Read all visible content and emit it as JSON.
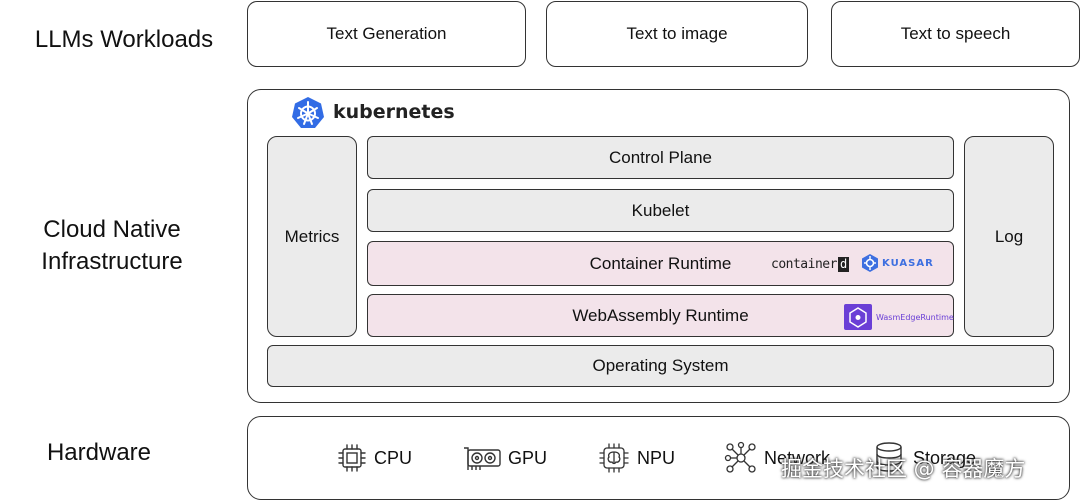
{
  "layers": {
    "workloads": "LLMs Workloads",
    "cloud_line1": "Cloud Native",
    "cloud_line2": "Infrastructure",
    "hardware": "Hardware"
  },
  "workloads": [
    "Text Generation",
    "Text to image",
    "Text to speech"
  ],
  "kubernetes": {
    "title": "kubernetes",
    "metrics": "Metrics",
    "log": "Log",
    "control_plane": "Control Plane",
    "kubelet": "Kubelet",
    "container_runtime": "Container Runtime",
    "container_logo_a": "container",
    "container_logo_b": "d",
    "kuasar": "KUASAR",
    "wasm_runtime": "WebAssembly Runtime",
    "wasmedge": "WasmEdgeRuntime",
    "os": "Operating System"
  },
  "hardware": {
    "cpu": "CPU",
    "gpu": "GPU",
    "npu": "NPU",
    "network": "Network",
    "storage": "Storage"
  },
  "watermark": "掘金技术社区 @ 容器魔方",
  "colors": {
    "k8s_blue": "#326ce5",
    "kuasar_blue": "#3d6fe0",
    "wasmedge_purple": "#6a3fd6",
    "runtime_pink": "#f3e3ea",
    "layer_gray": "#ebebeb"
  }
}
